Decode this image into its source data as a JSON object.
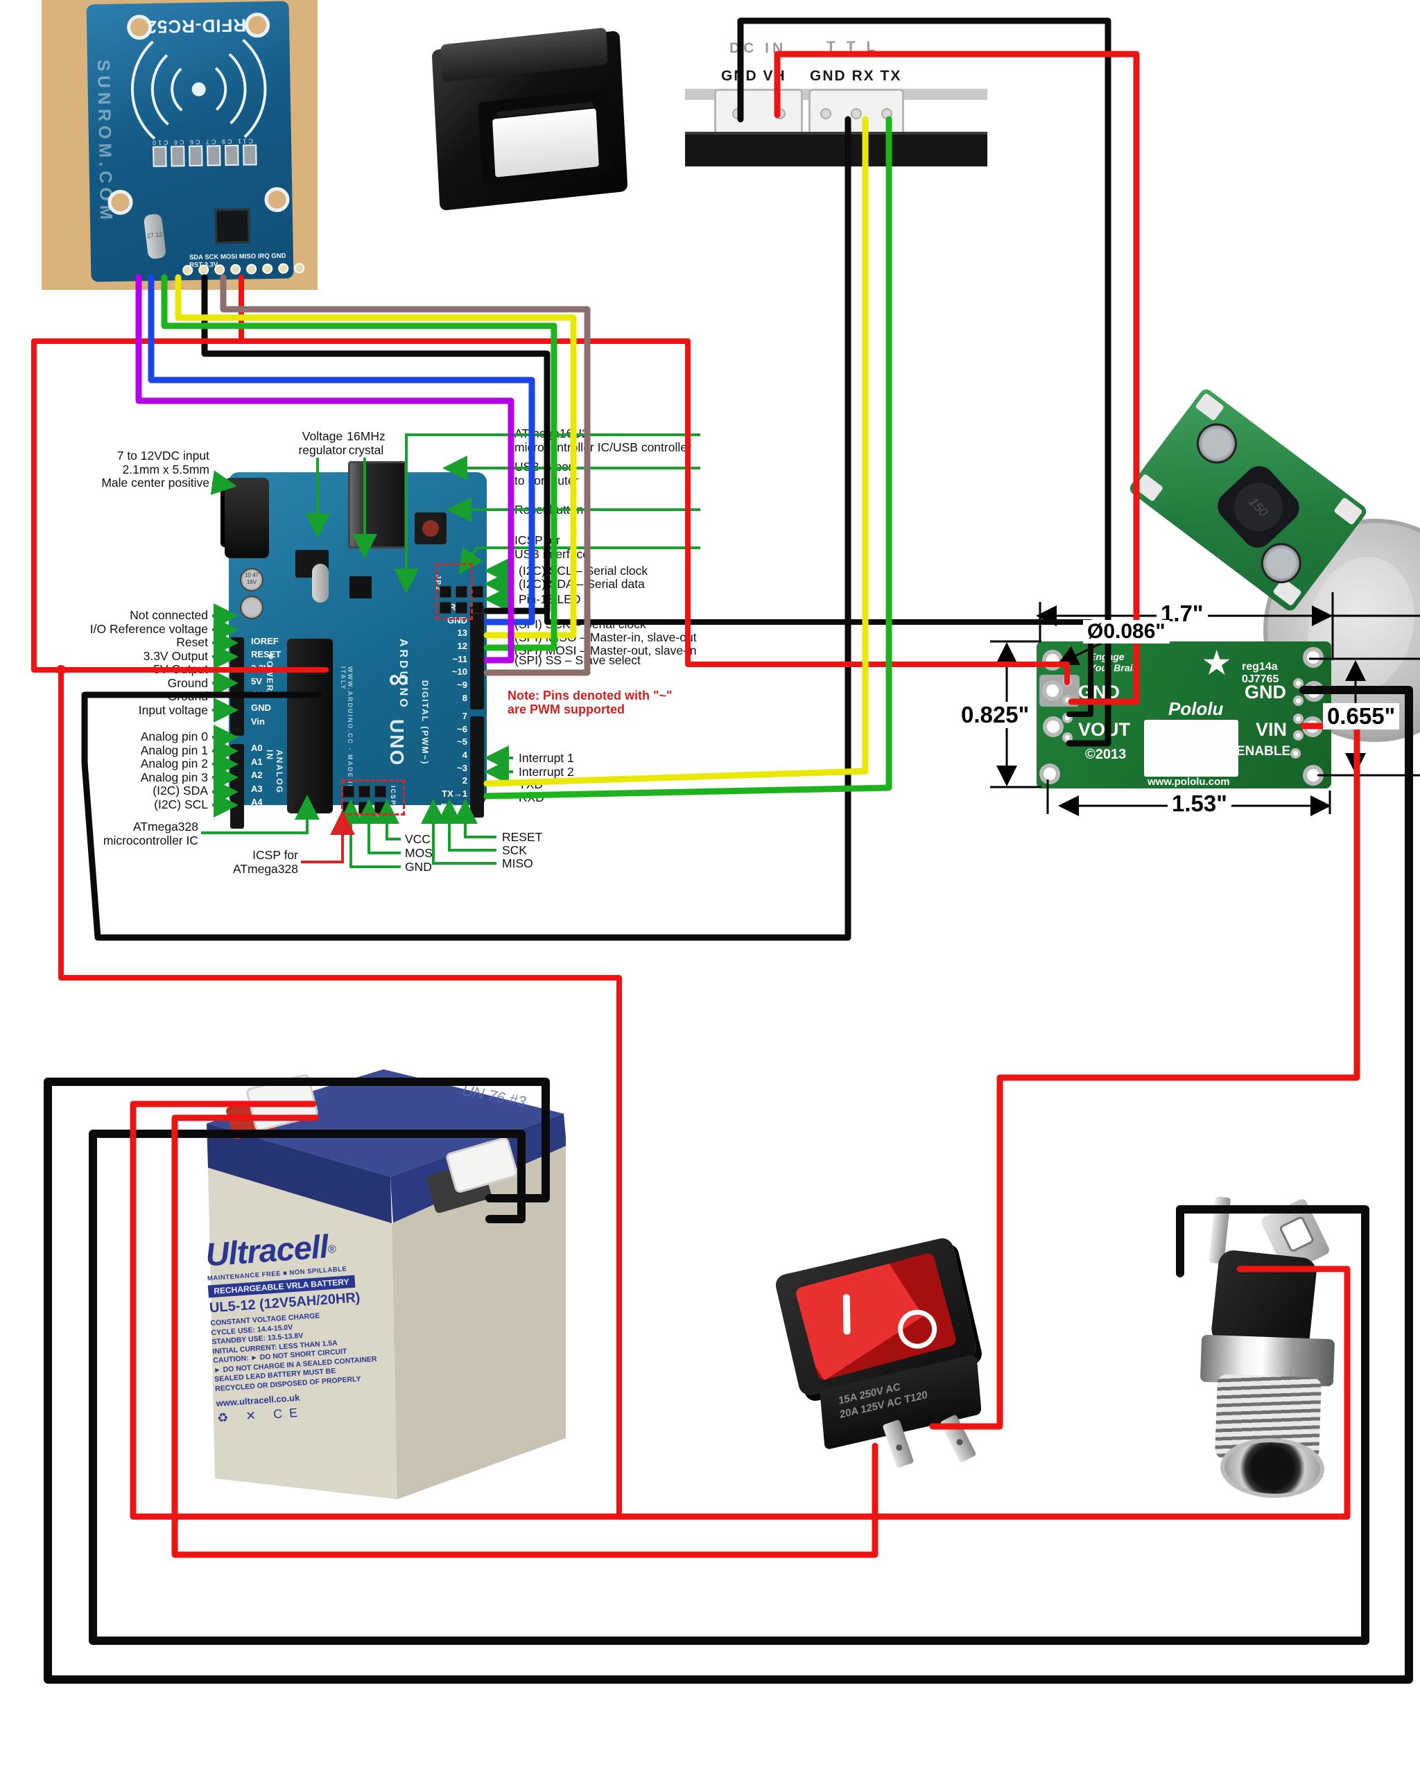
{
  "colors": {
    "wire_red": "#ee1414",
    "wire_black": "#0a0a0a",
    "wire_yellow": "#e8e800",
    "wire_green": "#1db31d",
    "wire_blue": "#1a46e8",
    "wire_purple": "#b400e8",
    "wire_brown": "#8d6e6e",
    "annotation_green": "#17a02c",
    "note_red": "#cc2222",
    "pcb_blue": "#17688f",
    "pololu_green": "#1f8038"
  },
  "rfid": {
    "title": "RFID-RC522",
    "watermark": "SUNROM.COM",
    "cap_labels": "C11  C9  C7  C6  C8  C10",
    "crystal": "27.12",
    "pin_labels": "SDA SCK MOSI MISO IRQ GND RST 3.3V"
  },
  "printer_panel": {
    "dc_in": "DC IN",
    "ttl": "T T L",
    "dc_pins": "GND  VH",
    "ttl_pins": "GND RX TX"
  },
  "arduino": {
    "top_left_label": "7 to 12VDC input\n2.1mm x 5.5mm\nMale center positive",
    "vreg_label": "Voltage\nregulator",
    "crystal_label": "16MHz\ncrystal",
    "left_labels": "Not connected\nI/O Reference voltage\nReset\n3.3V Output\n5V Output\nGround\nGround\nInput voltage",
    "analog_labels": "Analog pin 0\nAnalog pin 1\nAnalog pin 2\nAnalog pin 3\n(I2C) SDA\n(I2C) SCL",
    "right": {
      "usb_ic": "ATmega16U2\nmicrocontroller IC/USB controller",
      "usb_port": "USB-B port\nto computer",
      "reset": "Reset button",
      "icsp_usb": "ICSP for\nUSB interface",
      "scl": "(I2C) SCL – Serial clock",
      "sda": "(I2C) SDA – Serial data",
      "pin13": "Pin-13 LED",
      "sck": "(SPI) SCK – Serial clock",
      "miso": "(SPI) MISO – Master-in, slave-out",
      "mosi": "(SPI) MOSI – Master-out, slave-in",
      "ss": "(SPI) SS – Slave select",
      "note": "Note: Pins denoted with \"~\"\nare PWM supported",
      "int1": "Interrupt 1",
      "int2": "Interrupt 2",
      "txd": "TXD",
      "rxd": "RXD"
    },
    "bottom": {
      "mcu": "ATmega328\nmicrocontroller IC",
      "icsp": "ICSP for\nATmega328",
      "col1": "VCC\nMOSI\nGND",
      "col2": "RESET\nSCK\nMISO"
    },
    "board": {
      "power_pins": "IOREF\nRESET\n3.3V\n5V\nGND\nGND\nVin",
      "analog_pins": "A0\nA1\nA2\nA3\nA4\nA5",
      "digital_top": "AREF\nGND\n13\n12\n~11\n~10\n~9\n8",
      "digital_bottom": "7\n~6\n~5\n4\n~3\n2\nTX→1\nRX←0",
      "power_text": "POWER",
      "analog_text": "ANALOG IN",
      "digital_text": "DIGITAL (PWM~)",
      "brand": "ARDUINO",
      "model": "UNO",
      "logo": "∞",
      "icsp": "ICSP",
      "jp2": "JP2",
      "cap_text": "10 47 16V",
      "web": "WWW.ARDUINO.CC - MADE IN ITALY"
    }
  },
  "pololu_photo": {
    "inductor": "150"
  },
  "pololu": {
    "engage": "Engage\nYour Brain",
    "star": "★",
    "part": "reg14a\n0J7765",
    "brand": "Pololu",
    "gnd_left": "GND",
    "vout": "VOUT",
    "gnd_right": "GND",
    "vin": "VIN",
    "enable": "ENABLE",
    "year": "©2013",
    "url": "www.pololu.com",
    "dims": {
      "width": "1.7\"",
      "hole": "Ø0.086\"",
      "height": "0.825\"",
      "pitch": "1.53\"",
      "right": "0.655\""
    }
  },
  "battery": {
    "brand": "Ultracell",
    "reg": "®",
    "tagline": "MAINTENANCE FREE ■ NON SPILLABLE",
    "banner": "RECHARGEABLE VRLA BATTERY",
    "model": "UL5-12 (12V5AH/20HR)",
    "spec": "CONSTANT VOLTAGE CHARGE\nCYCLE USE:  14.4-15.0V\nSTANDBY USE:  13.5-13.8V\nINITIAL CURRENT:  LESS THAN 1.5A\nCAUTION: ► DO NOT SHORT CIRCUIT\n► DO NOT CHARGE IN A SEALED CONTAINER\nSEALED LEAD BATTERY MUST BE\nRECYCLED OR DISPOSED OF PROPERLY",
    "url": "www.ultracell.co.uk",
    "icons": "♻ ✕ CE",
    "handwriting": "UN 76 #3"
  },
  "switch": {
    "on": "I",
    "off": "O",
    "rating": "15A 250V AC\n20A 125V AC  T120"
  }
}
